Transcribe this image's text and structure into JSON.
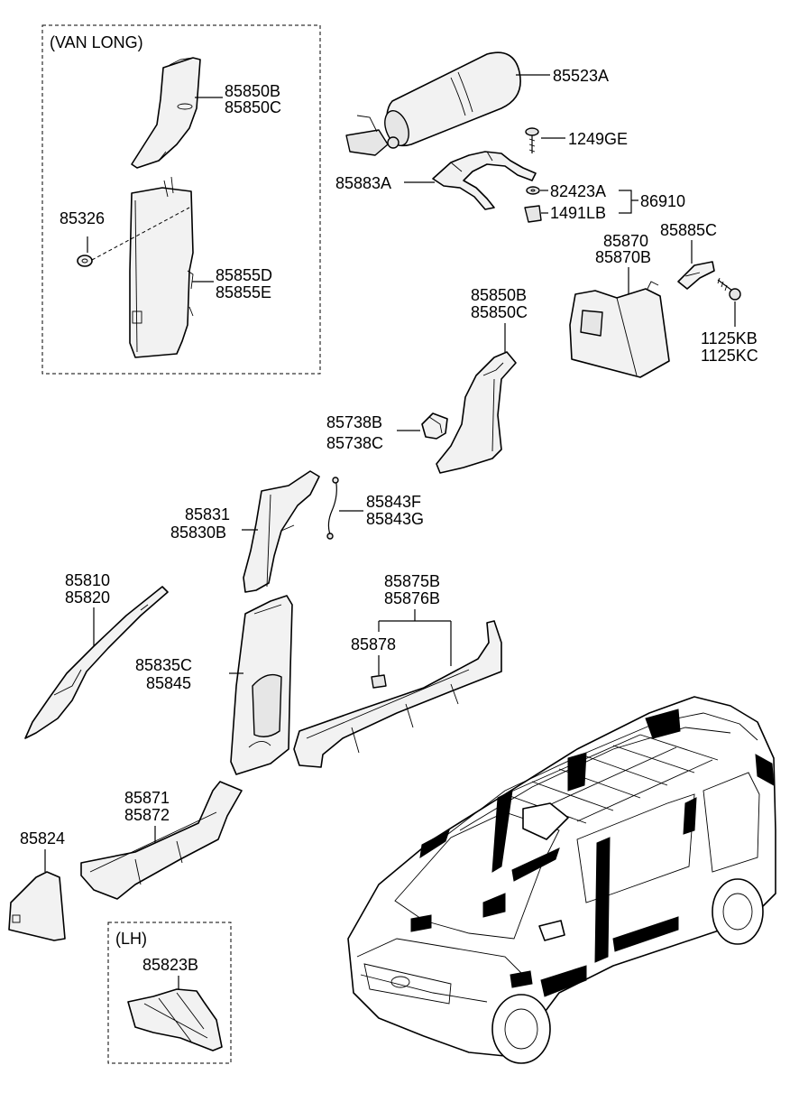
{
  "diagram": {
    "boxes": {
      "van_long": "(VAN LONG)",
      "lh": "(LH)"
    },
    "labels": {
      "p85850B_a": "85850B",
      "p85850C_a": "85850C",
      "p85326": "85326",
      "p85855D": "85855D",
      "p85855E": "85855E",
      "p85523A": "85523A",
      "p1249GE": "1249GE",
      "p85883A": "85883A",
      "p82423A": "82423A",
      "p1491LB": "1491LB",
      "p86910": "86910",
      "p85870": "85870",
      "p85870B": "85870B",
      "p85885C": "85885C",
      "p1125KB": "1125KB",
      "p1125KC": "1125KC",
      "p85850B_b": "85850B",
      "p85850C_b": "85850C",
      "p85738B": "85738B",
      "p85738C": "85738C",
      "p85831": "85831",
      "p85830B": "85830B",
      "p85843F": "85843F",
      "p85843G": "85843G",
      "p85810": "85810",
      "p85820": "85820",
      "p85875B": "85875B",
      "p85876B": "85876B",
      "p85878": "85878",
      "p85835C": "85835C",
      "p85845": "85845",
      "p85871": "85871",
      "p85872": "85872",
      "p85824": "85824",
      "p85823B": "85823B"
    },
    "colors": {
      "line": "#000000",
      "part_fill": "#f2f2f2",
      "background": "#ffffff"
    }
  }
}
